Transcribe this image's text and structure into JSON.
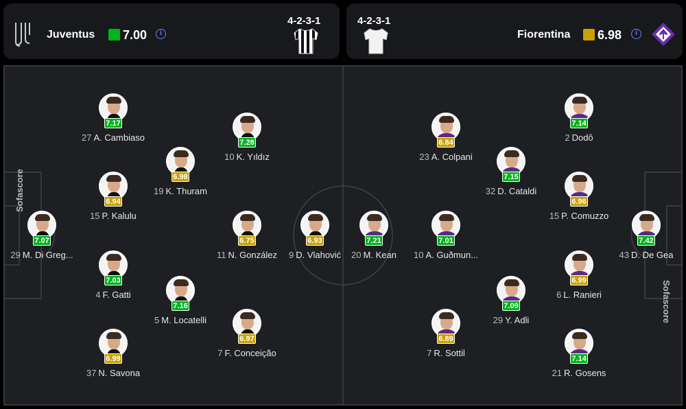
{
  "home": {
    "name": "Juventus",
    "rating": "7.00",
    "rating_color": "#00b31a",
    "formation": "4-2-3-1",
    "logo_icon": "juventus-crest-icon",
    "kit_icon": "black-white-striped-shirt-icon"
  },
  "away": {
    "name": "Fiorentina",
    "rating": "6.98",
    "rating_color": "#c9a000",
    "formation": "4-2-3-1",
    "logo_icon": "fiorentina-crest-icon",
    "kit_icon": "white-shirt-icon"
  },
  "info_icon": "info-icon",
  "watermark": "Sofascore",
  "players": [
    {
      "team": "juve",
      "number": "29",
      "name": "M. Di Greg...",
      "rating": "7.07",
      "rating_class": "green"
    },
    {
      "team": "juve",
      "number": "27",
      "name": "A. Cambiaso",
      "rating": "7.17",
      "rating_class": "green"
    },
    {
      "team": "juve",
      "number": "15",
      "name": "P. Kalulu",
      "rating": "6.94",
      "rating_class": "yellow"
    },
    {
      "team": "juve",
      "number": "4",
      "name": "F. Gatti",
      "rating": "7.03",
      "rating_class": "green"
    },
    {
      "team": "juve",
      "number": "37",
      "name": "N. Savona",
      "rating": "6.99",
      "rating_class": "yellow"
    },
    {
      "team": "juve",
      "number": "19",
      "name": "K. Thuram",
      "rating": "6.98",
      "rating_class": "yellow"
    },
    {
      "team": "juve",
      "number": "5",
      "name": "M. Locatelli",
      "rating": "7.16",
      "rating_class": "green"
    },
    {
      "team": "juve",
      "number": "10",
      "name": "K. Yıldız",
      "rating": "7.28",
      "rating_class": "green"
    },
    {
      "team": "juve",
      "number": "11",
      "name": "N. González",
      "rating": "6.75",
      "rating_class": "yellow"
    },
    {
      "team": "juve",
      "number": "7",
      "name": "F. Conceição",
      "rating": "6.97",
      "rating_class": "yellow"
    },
    {
      "team": "juve",
      "number": "9",
      "name": "D. Vlahović",
      "rating": "6.93",
      "rating_class": "yellow"
    },
    {
      "team": "fio",
      "number": "20",
      "name": "M. Kean",
      "rating": "7.21",
      "rating_class": "green"
    },
    {
      "team": "fio",
      "number": "23",
      "name": "A. Colpani",
      "rating": "6.84",
      "rating_class": "yellow"
    },
    {
      "team": "fio",
      "number": "10",
      "name": "A. Guðmun...",
      "rating": "7.01",
      "rating_class": "green"
    },
    {
      "team": "fio",
      "number": "7",
      "name": "R. Sottil",
      "rating": "6.89",
      "rating_class": "yellow"
    },
    {
      "team": "fio",
      "number": "32",
      "name": "D. Cataldi",
      "rating": "7.15",
      "rating_class": "green"
    },
    {
      "team": "fio",
      "number": "29",
      "name": "Y. Adli",
      "rating": "7.09",
      "rating_class": "green"
    },
    {
      "team": "fio",
      "number": "2",
      "name": "Dodô",
      "rating": "7.14",
      "rating_class": "green"
    },
    {
      "team": "fio",
      "number": "15",
      "name": "P. Comuzzo",
      "rating": "6.96",
      "rating_class": "yellow"
    },
    {
      "team": "fio",
      "number": "6",
      "name": "L. Ranieri",
      "rating": "6.99",
      "rating_class": "yellow"
    },
    {
      "team": "fio",
      "number": "21",
      "name": "R. Gosens",
      "rating": "7.14",
      "rating_class": "green"
    },
    {
      "team": "fio",
      "number": "43",
      "name": "D. De Gea",
      "rating": "7.42",
      "rating_class": "green"
    }
  ]
}
